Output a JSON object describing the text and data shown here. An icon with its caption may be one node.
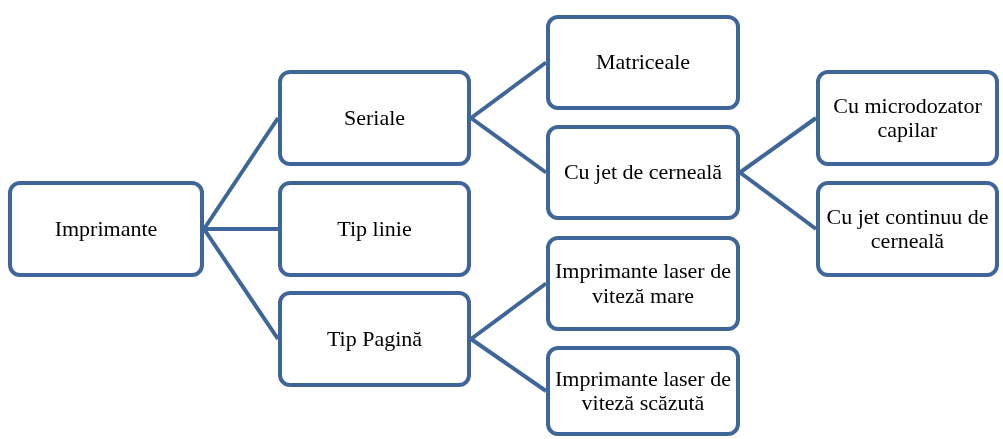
{
  "diagram": {
    "nodes": [
      {
        "text": [
          "Imprimante"
        ]
      },
      {
        "text": [
          "Seriale"
        ]
      },
      {
        "text": [
          "Tip linie"
        ]
      },
      {
        "text": [
          "Tip Pagină"
        ]
      },
      {
        "text": [
          "Matriceale"
        ]
      },
      {
        "text": [
          "Cu jet de cerneală"
        ]
      },
      {
        "text": [
          "Imprimante laser de viteză mare"
        ]
      },
      {
        "text": [
          "Imprimante laser de viteză scăzută"
        ]
      },
      {
        "text": [
          "Cu microdozator capilar"
        ]
      },
      {
        "text": [
          "Cu jet continuu de cerneală"
        ]
      }
    ],
    "edges": [
      {
        "from": 0,
        "to": 1,
        "arrow": "none"
      },
      {
        "from": 0,
        "to": 2,
        "arrow": "none"
      },
      {
        "from": 0,
        "to": 3,
        "arrow": "none"
      },
      {
        "from": 1,
        "to": 4,
        "arrow": "none"
      },
      {
        "from": 1,
        "to": 5,
        "arrow": "none"
      },
      {
        "from": 3,
        "to": 6,
        "arrow": "none"
      },
      {
        "from": 3,
        "to": 7,
        "arrow": "none"
      },
      {
        "from": 5,
        "to": 8,
        "arrow": "none"
      },
      {
        "from": 5,
        "to": 9,
        "arrow": "none"
      }
    ]
  }
}
